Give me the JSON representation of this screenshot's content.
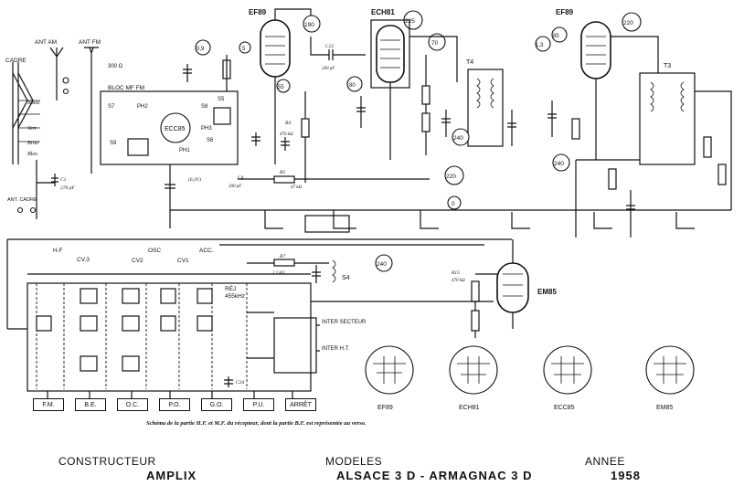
{
  "tubes": {
    "ef89_a": "EF89",
    "ech81": "ECH81",
    "ef89_b": "EF89",
    "ecc85": "ECC85",
    "em85": "EM85"
  },
  "voltages": {
    "v190": "190",
    "v225": "225",
    "v220_top": "220",
    "v09": "0,9",
    "v55": "55",
    "v5": "5",
    "v80": "80",
    "v70": "70",
    "v13": "1,3",
    "v85": "85",
    "v240_a": "240",
    "v240_b": "240",
    "v240_c": "240",
    "v220_mid": "220",
    "v0": "0"
  },
  "labels": {
    "ant_am": "ANT AM",
    "ant_fm": "ANT FM",
    "ohm300": "300 Ω",
    "cadre": "CADRE",
    "bloc_mf_fm": "BLOC MF FM",
    "ant_cadre": "ANT. CADRE",
    "hf": "H.F",
    "cv3": "CV.3",
    "osc": "OSC",
    "cv2": "CV2",
    "cv1": "CV1",
    "acc": "ACC.",
    "rej": "RÉJ",
    "khz455": "455kHz",
    "inter_secteur": "INTER SECTEUR",
    "inter_ht": "INTER H.T.",
    "t4": "T4",
    "t3": "T3",
    "s4": "S4",
    "ph1": "PH1",
    "ph2": "PH2",
    "ph3": "PH3",
    "s5": "S5",
    "s6": "S6",
    "s7": "S7",
    "s8": "S8",
    "s9": "S9",
    "blanc": "Blanc",
    "vert": "Vert",
    "brun": "Brun",
    "bleu": "Bleu",
    "v63": "(6,3V)",
    "c1": "C1",
    "c1v": "270 pF",
    "c12": "C12",
    "c12v": "200 pF",
    "c4": "C4",
    "c4v": "200 pF",
    "r4": "R4",
    "r4v": "470 kΩ",
    "r5": "R5",
    "r5v": "47 kΩ",
    "r7": "R7",
    "r7v": "2,2 kΩ",
    "r15": "R15",
    "r15v": "470 kΩ",
    "c24": "C24"
  },
  "band_buttons": [
    "F.M.",
    "B.E.",
    "O.C.",
    "P.O.",
    "G.O.",
    "P.U.",
    "ARRÊT"
  ],
  "caption": "Schéma de la partie H.F. et M.F. du récepteur, dont la partie B.F. est représentée au verso.",
  "footer": {
    "constructeur_label": "CONSTRUCTEUR",
    "constructeur": "AMPLIX",
    "modeles_label": "MODELES",
    "modeles": "ALSACE 3 D  -  ARMAGNAC 3 D",
    "annee_label": "ANNEE",
    "annee": "1958"
  },
  "colors": {
    "ink": "#111111",
    "paper": "#ffffff"
  }
}
